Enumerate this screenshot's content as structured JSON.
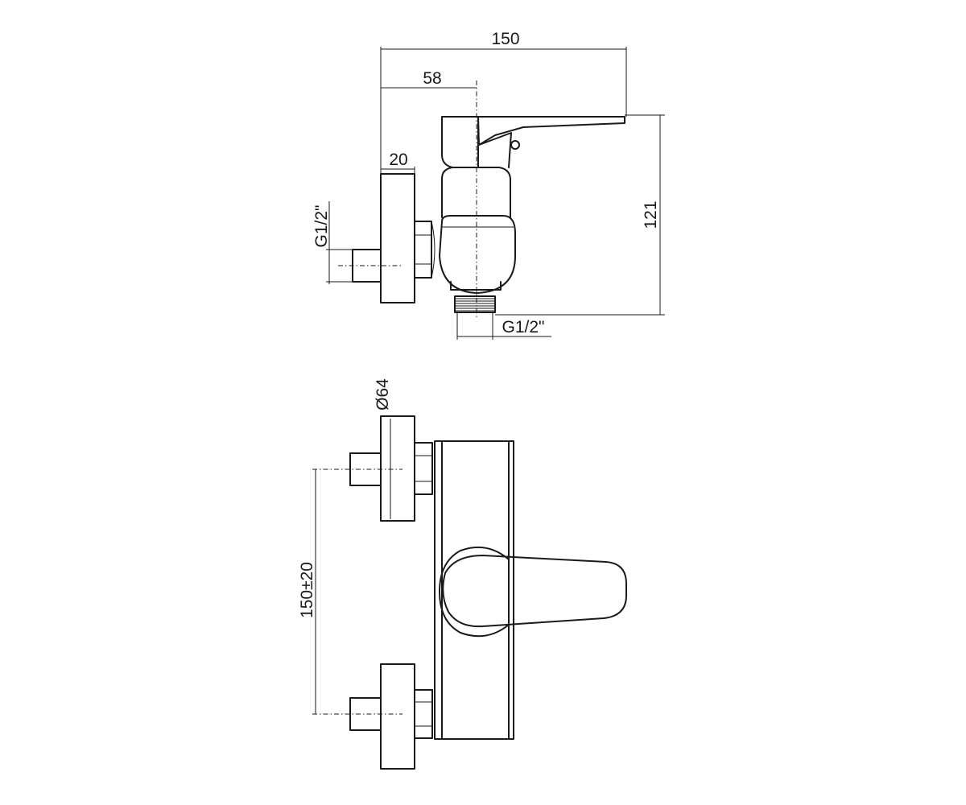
{
  "colors": {
    "ink": "#1a1a1a",
    "background": "#ffffff"
  },
  "side_view": {
    "dim_total_width": "150",
    "dim_handle_offset": "58",
    "dim_flange_depth": "20",
    "dim_inlet_thread": "G1/2\"",
    "dim_height": "121",
    "dim_outlet_thread": "G1/2\""
  },
  "front_view": {
    "dim_flange_diameter": "Ø64",
    "dim_inlet_spacing": "150±20"
  }
}
